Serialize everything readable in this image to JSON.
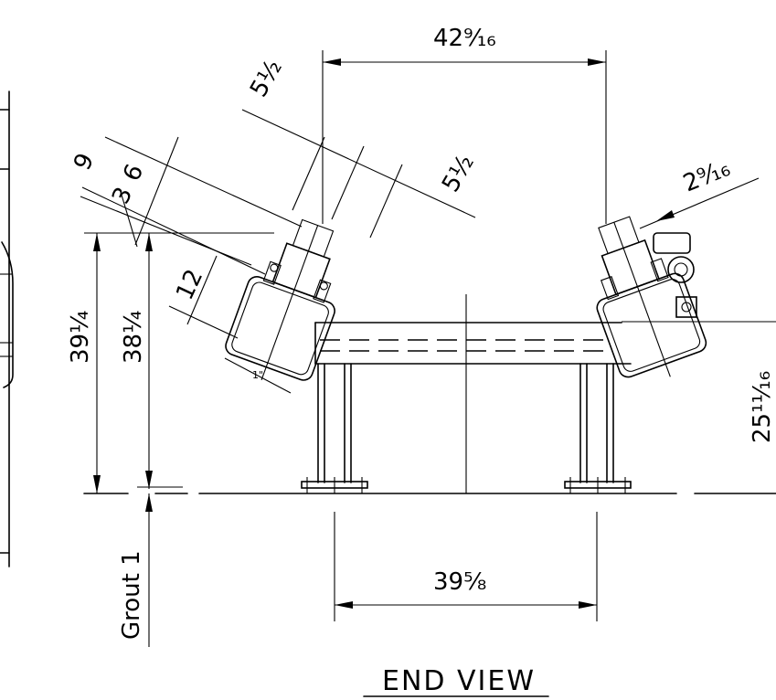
{
  "drawing": {
    "title": "END VIEW",
    "dimensions": {
      "top_span": "42⁹⁄₁₆",
      "bottom_span": "39⁵⁄₈",
      "left_outer_height": "39¼",
      "left_inner_height": "38¼",
      "offset_left": "5½",
      "offset_right": "5½",
      "width_9": "9",
      "width_6": "6",
      "width_3": "3",
      "depth_12": "12",
      "right_small": "2⁹⁄₁₆",
      "right_height": "25¹¹⁄₁₆",
      "grout": "Grout 1"
    },
    "label_small": "1\""
  }
}
